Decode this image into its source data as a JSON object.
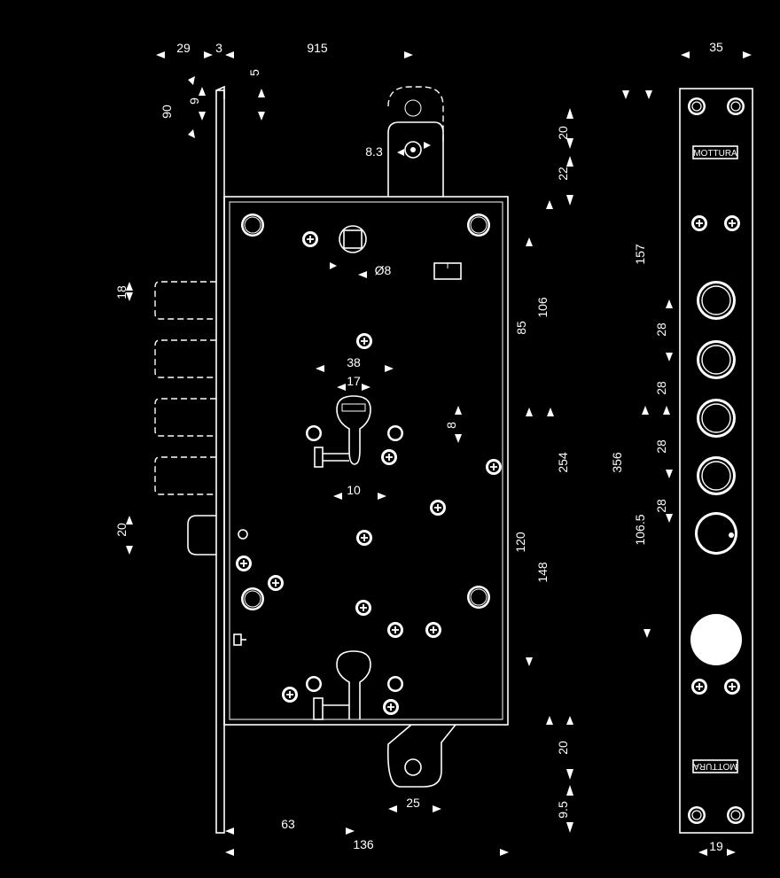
{
  "drawing": {
    "brand_label": "MOTTURA",
    "dimensions": {
      "plate_thickness": "29",
      "plate_offset": "3",
      "latch_travel": "915",
      "top_offset": "5",
      "angle": "90",
      "angle_offset": "9",
      "hole_dia_top": "8.3",
      "top_spacing_20": "20",
      "top_spacing_22": "22",
      "spindle_dia": "Ø8",
      "bolt_height": "18",
      "lower_bolt": "20",
      "cyl_width_38": "38",
      "cyl_width_17": "17",
      "cyl_offset_8": "8",
      "cyl_bottom_10": "10",
      "dim_85": "85",
      "dim_106": "106",
      "dim_157": "157",
      "dim_254": "254",
      "dim_356": "356",
      "dim_120": "120",
      "dim_148": "148",
      "dim_1065": "106.5",
      "bolt_spacing_1": "28",
      "bolt_spacing_2": "28",
      "bolt_spacing_3": "28",
      "bolt_spacing_4": "28",
      "bottom_spacing_20": "20",
      "bottom_95": "9.5",
      "bottom_tab_25": "25",
      "backset_63": "63",
      "case_length_136": "136",
      "faceplate_width": "35",
      "faceplate_inner": "19"
    }
  }
}
